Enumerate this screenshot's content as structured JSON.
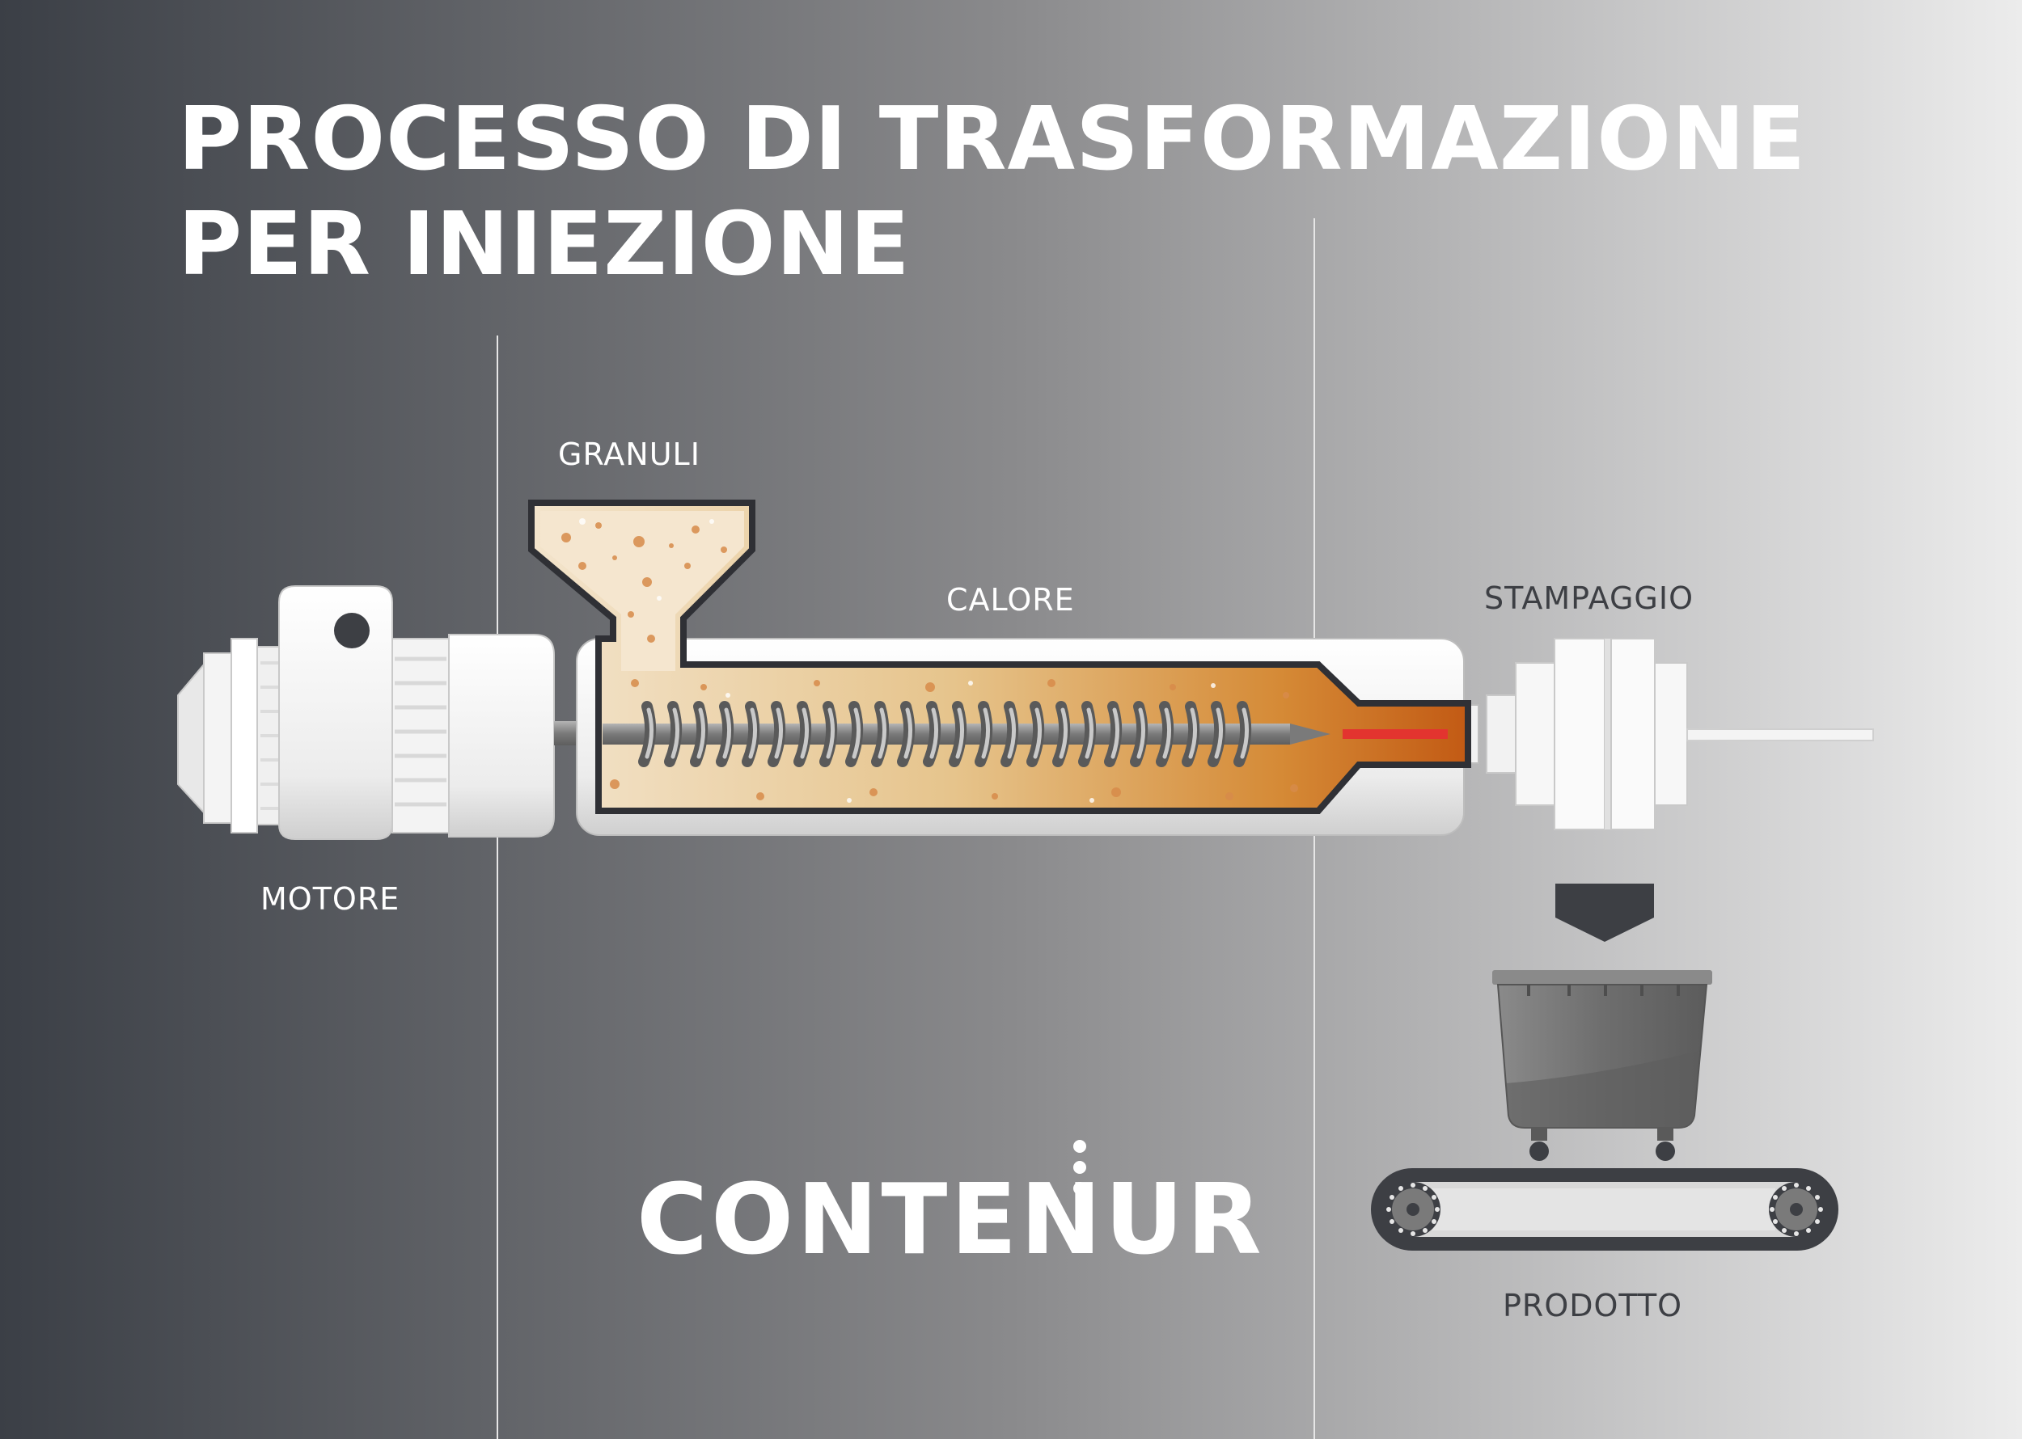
{
  "title": {
    "line1": "PROCESSO DI TRASFORMAZIONE",
    "line2": "PER INIEZIONE"
  },
  "labels": {
    "motor": "MOTORE",
    "granules": "GRANULI",
    "heat": "CALORE",
    "molding": "STAMPAGGIO",
    "product": "PRODOTTO"
  },
  "brand": {
    "name": "CONTENUR"
  },
  "colors": {
    "background_left": "#3b3f46",
    "background_right": "#ececec",
    "machine_body": "#f2f2f2",
    "granule_fill": "#f3e2c8",
    "heated_material": "#c8661e",
    "injection": "#e3342f",
    "container": "#6f6f6f",
    "conveyor": "#3d3f44"
  }
}
